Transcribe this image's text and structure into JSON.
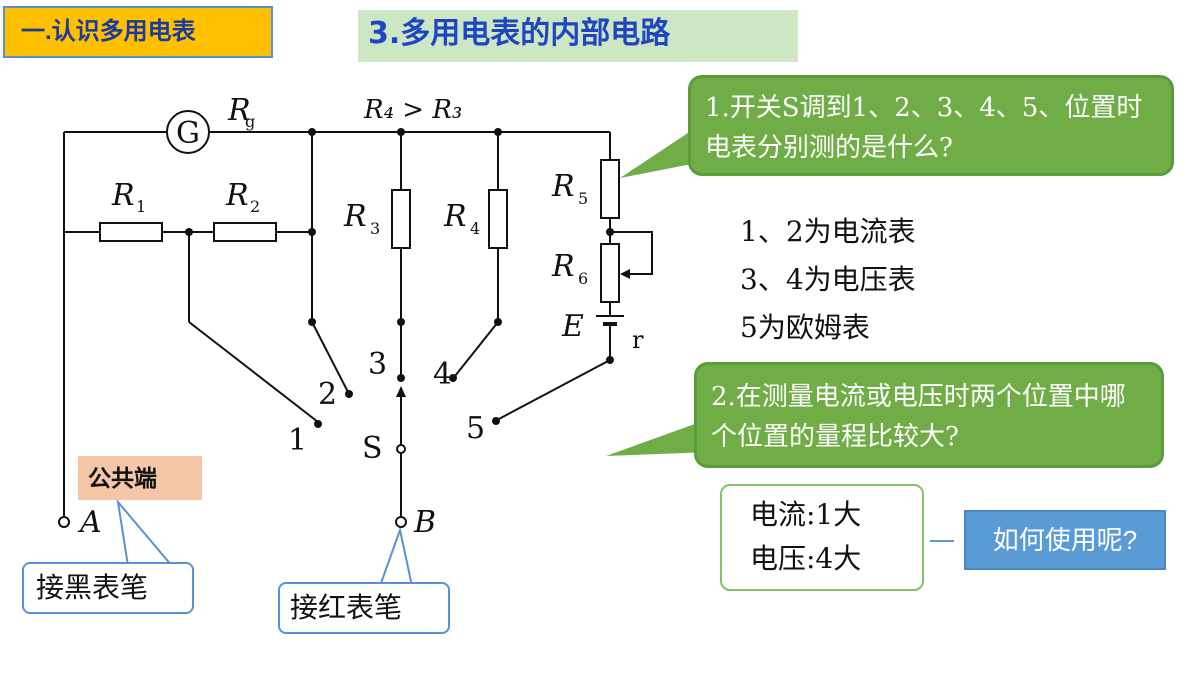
{
  "header": {
    "section_tag": "一.认识多用电表",
    "title": "3.多用电表的内部电路"
  },
  "circuit": {
    "galvanometer": "G",
    "rg_label": "R",
    "rg_sub": "g",
    "relation": "R₄ > R₃",
    "resistors": [
      {
        "main": "R",
        "sub": "1"
      },
      {
        "main": "R",
        "sub": "2"
      },
      {
        "main": "R",
        "sub": "3"
      },
      {
        "main": "R",
        "sub": "4"
      },
      {
        "main": "R",
        "sub": "5"
      },
      {
        "main": "R",
        "sub": "6"
      }
    ],
    "battery_label": "E",
    "internal_r": "r",
    "switch_label": "S",
    "positions": [
      "1",
      "2",
      "3",
      "4",
      "5"
    ],
    "terminal_a": "A",
    "terminal_b": "B"
  },
  "callouts": {
    "q1": "1.开关S调到1、2、3、4、5、位置时电表分别测的是什么?",
    "q2": "2.在测量电流或电压时两个位置中哪个位置的量程比较大?"
  },
  "answers": {
    "line1": "1、2为电流表",
    "line2": "3、4为电压表",
    "line3": "5为欧姆表"
  },
  "range_answer": {
    "current": "电流:1大",
    "voltage": "电压:4大"
  },
  "how_to_use": "如何使用呢?",
  "labels": {
    "common_terminal": "公共端",
    "black_probe": "接黑表笔",
    "red_probe": "接红表笔"
  },
  "colors": {
    "section_bg": "#ffc000",
    "title_bg": "#cde7c5",
    "callout_green": "#70ad47",
    "button_blue": "#5b9bd5",
    "common_bg": "#f5c6a8"
  }
}
